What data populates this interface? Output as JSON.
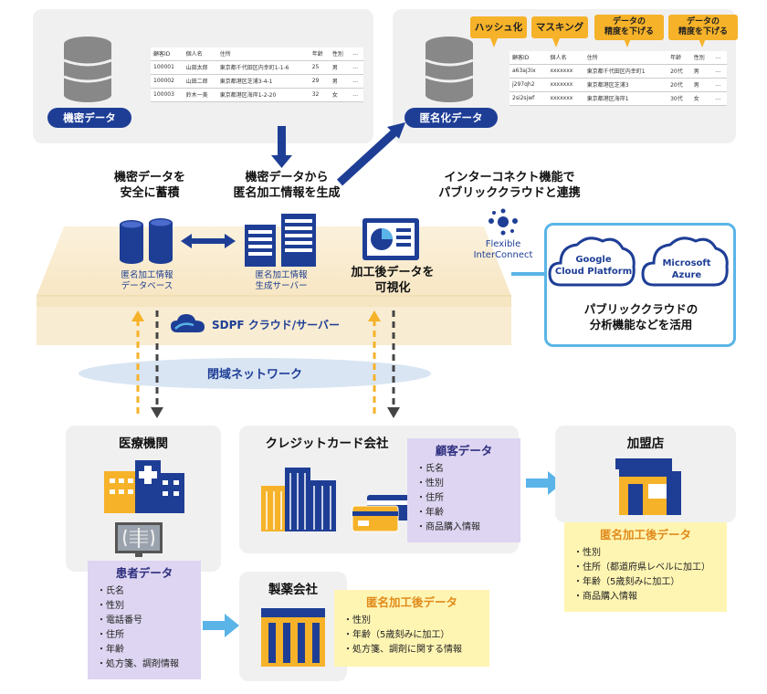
{
  "top_left": {
    "label": "機密データ",
    "table": {
      "headers": [
        "顧客ID",
        "個人名",
        "住所",
        "年齢",
        "性別",
        "…"
      ],
      "rows": [
        [
          "100001",
          "山田太郎",
          "東京都千代田区内幸町1-1-6",
          "25",
          "男",
          "…"
        ],
        [
          "100002",
          "山田二郎",
          "東京都港区芝浦3-4-1",
          "29",
          "男",
          "…"
        ],
        [
          "100003",
          "鈴木一美",
          "東京都港区海岸1-2-20",
          "32",
          "女",
          "…"
        ]
      ]
    }
  },
  "top_right": {
    "label": "匿名化データ",
    "tags": [
      "ハッシュ化",
      "マスキング",
      "データの\n精度を下げる",
      "データの\n精度を下げる"
    ],
    "table": {
      "headers": [
        "顧客ID",
        "個人名",
        "住所",
        "年齢",
        "性別",
        "…"
      ],
      "rows": [
        [
          "a63aj3ix",
          "xxxxxxx",
          "東京都千代田区内幸町1",
          "20代",
          "男",
          "…"
        ],
        [
          "j297qh2",
          "xxxxxxx",
          "東京都港区芝浦3",
          "20代",
          "男",
          "…"
        ],
        [
          "2si2sjwf",
          "xxxxxxx",
          "東京都港区海岸1",
          "30代",
          "女",
          "…"
        ]
      ]
    }
  },
  "captions": {
    "store": "機密データを\n安全に蓄積",
    "generate": "機密データから\n匿名加工情報を生成",
    "interconnect": "インターコネクト機能で\nパブリッククラウドと連携",
    "visualize": "加工後データを\n可視化"
  },
  "platform": {
    "db_label": "匿名加工情報\nデータベース",
    "server_label": "匿名加工情報\n生成サーバー",
    "sdpf_label": "SDPF クラウド/サーバー",
    "network_label": "閉域ネットワーク",
    "fic_label": "Flexible\nInterConnect"
  },
  "public_cloud": {
    "google": "Google\nCloud Platform",
    "azure": "Microsoft\nAzure",
    "caption": "パブリッククラウドの\n分析機能などを活用"
  },
  "hospital": {
    "title": "医療機関",
    "data_title": "患者データ",
    "items": [
      "氏名",
      "性別",
      "電話番号",
      "住所",
      "年齢",
      "処方箋、調剤情報"
    ]
  },
  "credit": {
    "title": "クレジットカード会社",
    "data_title": "顧客データ",
    "items": [
      "氏名",
      "性別",
      "住所",
      "年齢",
      "商品購入情報"
    ]
  },
  "merchant": {
    "title": "加盟店",
    "data_title": "匿名加工後データ",
    "items": [
      "性別",
      "住所（都道府県レベルに加工）",
      "年齢（5歳刻みに加工）",
      "商品購入情報"
    ]
  },
  "pharma": {
    "title": "製薬会社",
    "data_title": "匿名加工後データ",
    "items": [
      "性別",
      "年齢（5歳刻みに加工）",
      "処方箋、調剤に関する情報"
    ]
  },
  "colors": {
    "navy": "#1e3e96",
    "orange": "#f6b229",
    "light_blue": "#5ab4e8",
    "purple_bg": "#ddd5f1",
    "yellow_bg": "#fff5b3"
  }
}
